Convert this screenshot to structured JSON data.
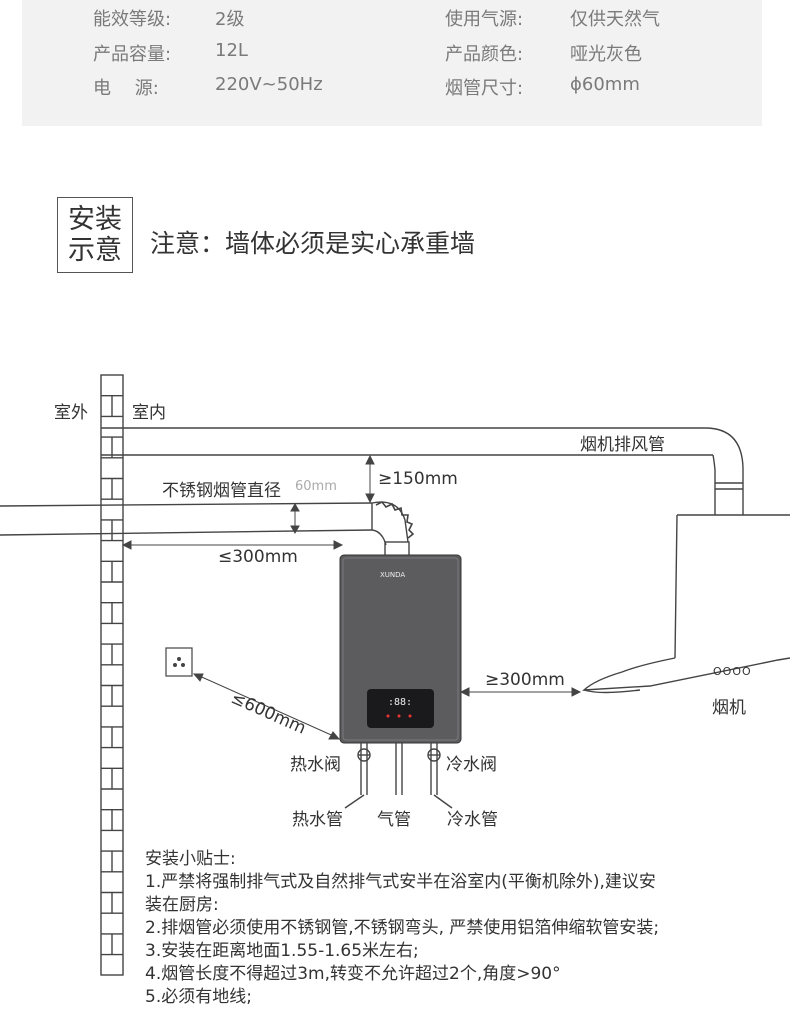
{
  "specs": {
    "rows": [
      {
        "l_label": "能效等级:",
        "l_value": "2级",
        "r_label": "使用气源:",
        "r_value": "仅供天然气"
      },
      {
        "l_label": "产品容量:",
        "l_value": "12L",
        "r_label": "产品颜色:",
        "r_value": "哑光灰色"
      },
      {
        "l_label": "电　 源:",
        "l_value": "220V~50Hz",
        "r_label": "烟管尺寸:",
        "r_value": "ϕ60mm"
      }
    ]
  },
  "badge": {
    "line1": "安装",
    "line2": "示意"
  },
  "notice": "注意：墙体必须是实心承重墙",
  "diagram": {
    "outdoor": "室外",
    "indoor": "室内",
    "hood_duct": "烟机排风管",
    "flue_pipe": "不锈钢烟管直径",
    "flue_dia": "60mm",
    "clear_150": "≥150mm",
    "max_300": "≤300mm",
    "socket_dist": "≤600mm",
    "hood_dist": "≥300mm",
    "hood": "烟机",
    "hood_buttons": "OOOO",
    "brand": "XUNDA",
    "display": ":88:",
    "hot_valve": "热水阀",
    "cold_valve": "冷水阀",
    "hot_pipe": "热水管",
    "gas_pipe": "气管",
    "cold_pipe": "冷水管"
  },
  "tips": {
    "title": "安装小贴士:",
    "items": [
      "1.严禁将强制排气式及自然排气式安半在浴室内(平衡机除外),建议安",
      "装在厨房:",
      "2.排烟管必须使用不锈钢管,不锈钢弯头, 严禁使用铝箔伸缩软管安装;",
      "3.安装在距离地面1.55-1.65米左右;",
      "4.烟管长度不得超过3m,转变不允许超过2个,角度>90°",
      "5.必须有地线;"
    ]
  },
  "colors": {
    "heater": "#5c5c5e",
    "line": "#444444",
    "panel": "#f2f2f2"
  }
}
